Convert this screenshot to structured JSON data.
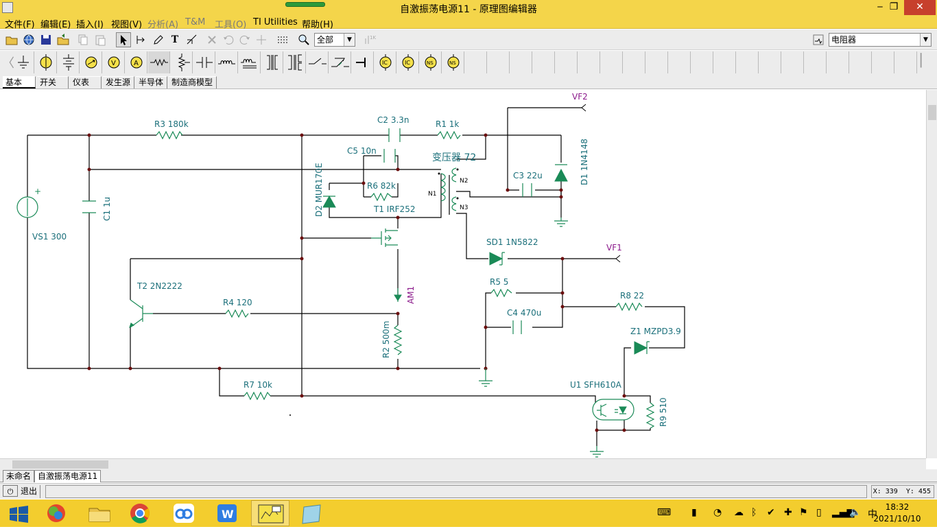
{
  "window": {
    "title": "自激振荡电源11 - 原理图编辑器",
    "minimize": "‒",
    "restore": "❐",
    "close": "✕"
  },
  "menu": {
    "file": "文件(F)",
    "edit": "编辑(E)",
    "insert": "插入(I)",
    "view": "视图(V)",
    "analysis": "分析(A)",
    "tm": "T&M",
    "tools": "工具(O)",
    "ti": "TI Utilities",
    "help": "帮助(H)"
  },
  "toolbar": {
    "zoom_value": "全部",
    "component_value": "电阻器",
    "text_tool": "T"
  },
  "component_tabs": {
    "basic": "基本",
    "switches": "开关",
    "meters": "仪表",
    "sources": "发生源",
    "semiconductors": "半导体",
    "manufacturer": "制造商模型"
  },
  "schematic": {
    "labels": {
      "r3": "R3 180k",
      "c2": "C2 3.3n",
      "r1": "R1 1k",
      "vf2": "VF2",
      "c5": "C5 10n",
      "transformer": "变压器 72",
      "d1": "D1 1N4148",
      "d2": "D2 MUR170E",
      "r6": "R6 82k",
      "n1": "N1",
      "n2": "N2",
      "n3": "N3",
      "c3": "C3 22u",
      "t1": "T1 IRF252",
      "c1": "C1 1u",
      "vs1": "VS1 300",
      "plus": "+",
      "sd1": "SD1 1N5822",
      "vf1": "VF1",
      "r5": "R5 5",
      "t2": "T2 2N2222",
      "am1": "AM1",
      "r4": "R4 120",
      "r8": "R8 22",
      "c4": "C4 470u",
      "z1": "Z1 MZPD3.9",
      "r2": "R2 500m",
      "r7": "R7 10k",
      "u1": "U1 SFH610A",
      "r9": "R9 510"
    }
  },
  "document_tabs": {
    "untitled": "未命名",
    "current": "自激振荡电源11"
  },
  "status": {
    "exit_label": "退出",
    "coords": "X: 339  Y: 455"
  },
  "taskbar": {
    "time": "18:32",
    "date": "2021/10/10",
    "ime": "中"
  },
  "colors": {
    "accent": "#f4d54a",
    "wire": "#000000",
    "component": "#1a8a57",
    "label": "#1a6f7a",
    "port_label": "#8b1a8b",
    "junction": "#6b0f0f"
  }
}
